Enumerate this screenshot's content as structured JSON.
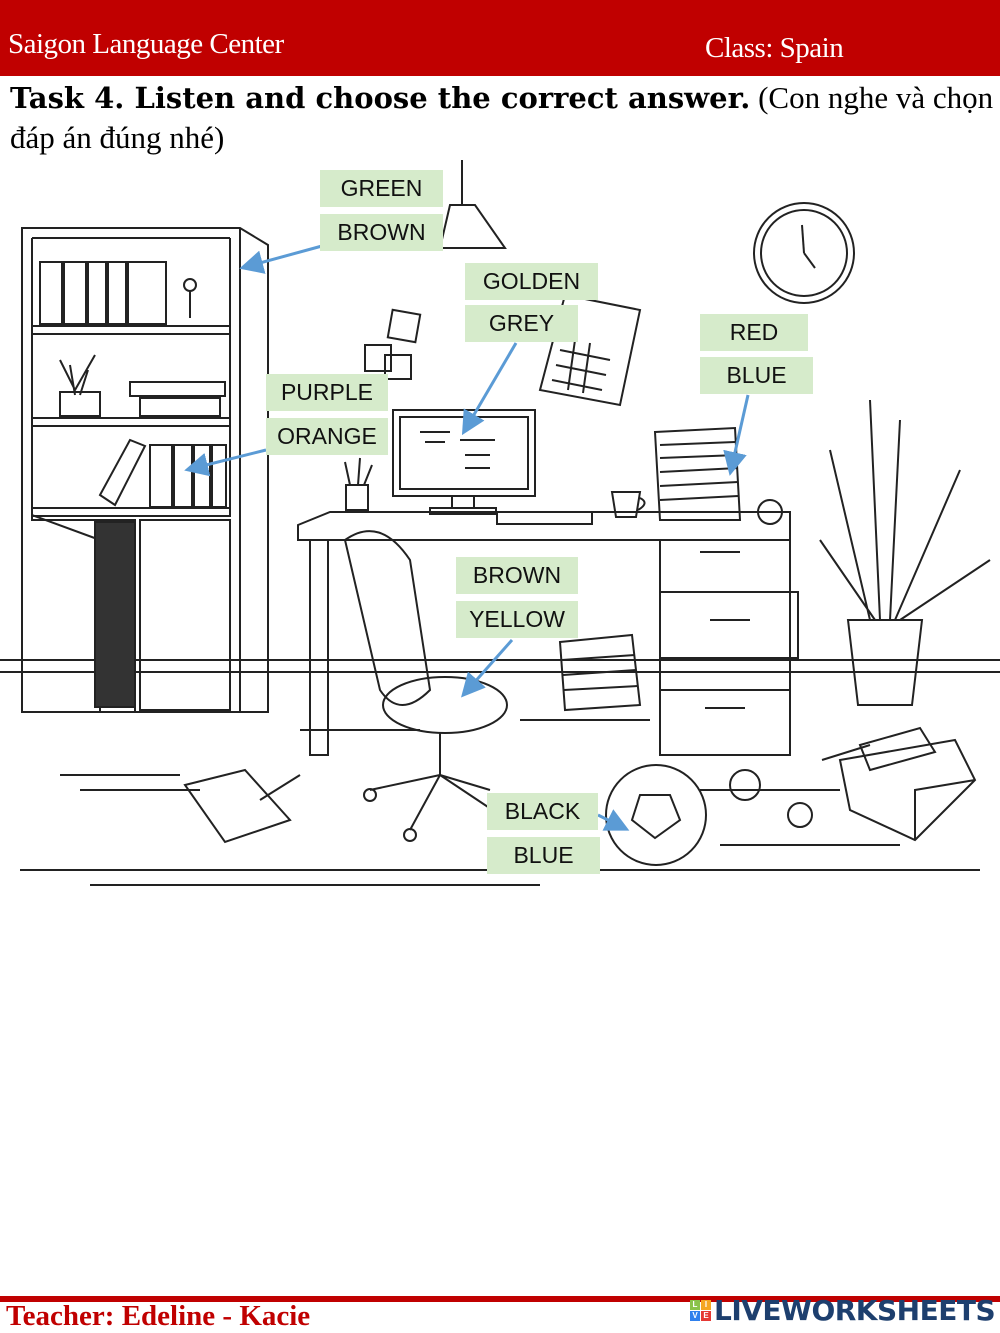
{
  "header": {
    "school": "Saigon Language Center",
    "class_label": "Class: Spain"
  },
  "task": {
    "title": "Task 4. Listen and choose the correct answer.",
    "subtitle": " (Con nghe và chọn đáp án đúng nhé)"
  },
  "questions": [
    {
      "target": "bookshelf",
      "options": [
        "GREEN",
        "BROWN"
      ]
    },
    {
      "target": "computer",
      "options": [
        "GOLDEN",
        "GREY"
      ]
    },
    {
      "target": "papers",
      "options": [
        "RED",
        "BLUE"
      ]
    },
    {
      "target": "books",
      "options": [
        "PURPLE",
        "ORANGE"
      ]
    },
    {
      "target": "chair",
      "options": [
        "BROWN",
        "YELLOW"
      ]
    },
    {
      "target": "ball",
      "options": [
        "BLACK",
        "BLUE"
      ]
    }
  ],
  "footer": {
    "teacher": "Teacher: Edeline - Kacie",
    "logo": "LIVEWORKSHEETS",
    "logo_letters": [
      "L",
      "I",
      "V",
      "E"
    ]
  },
  "colors": {
    "brand_red": "#c00000",
    "answer_bg": "#d6ebcb",
    "arrow": "#5b9bd5"
  }
}
